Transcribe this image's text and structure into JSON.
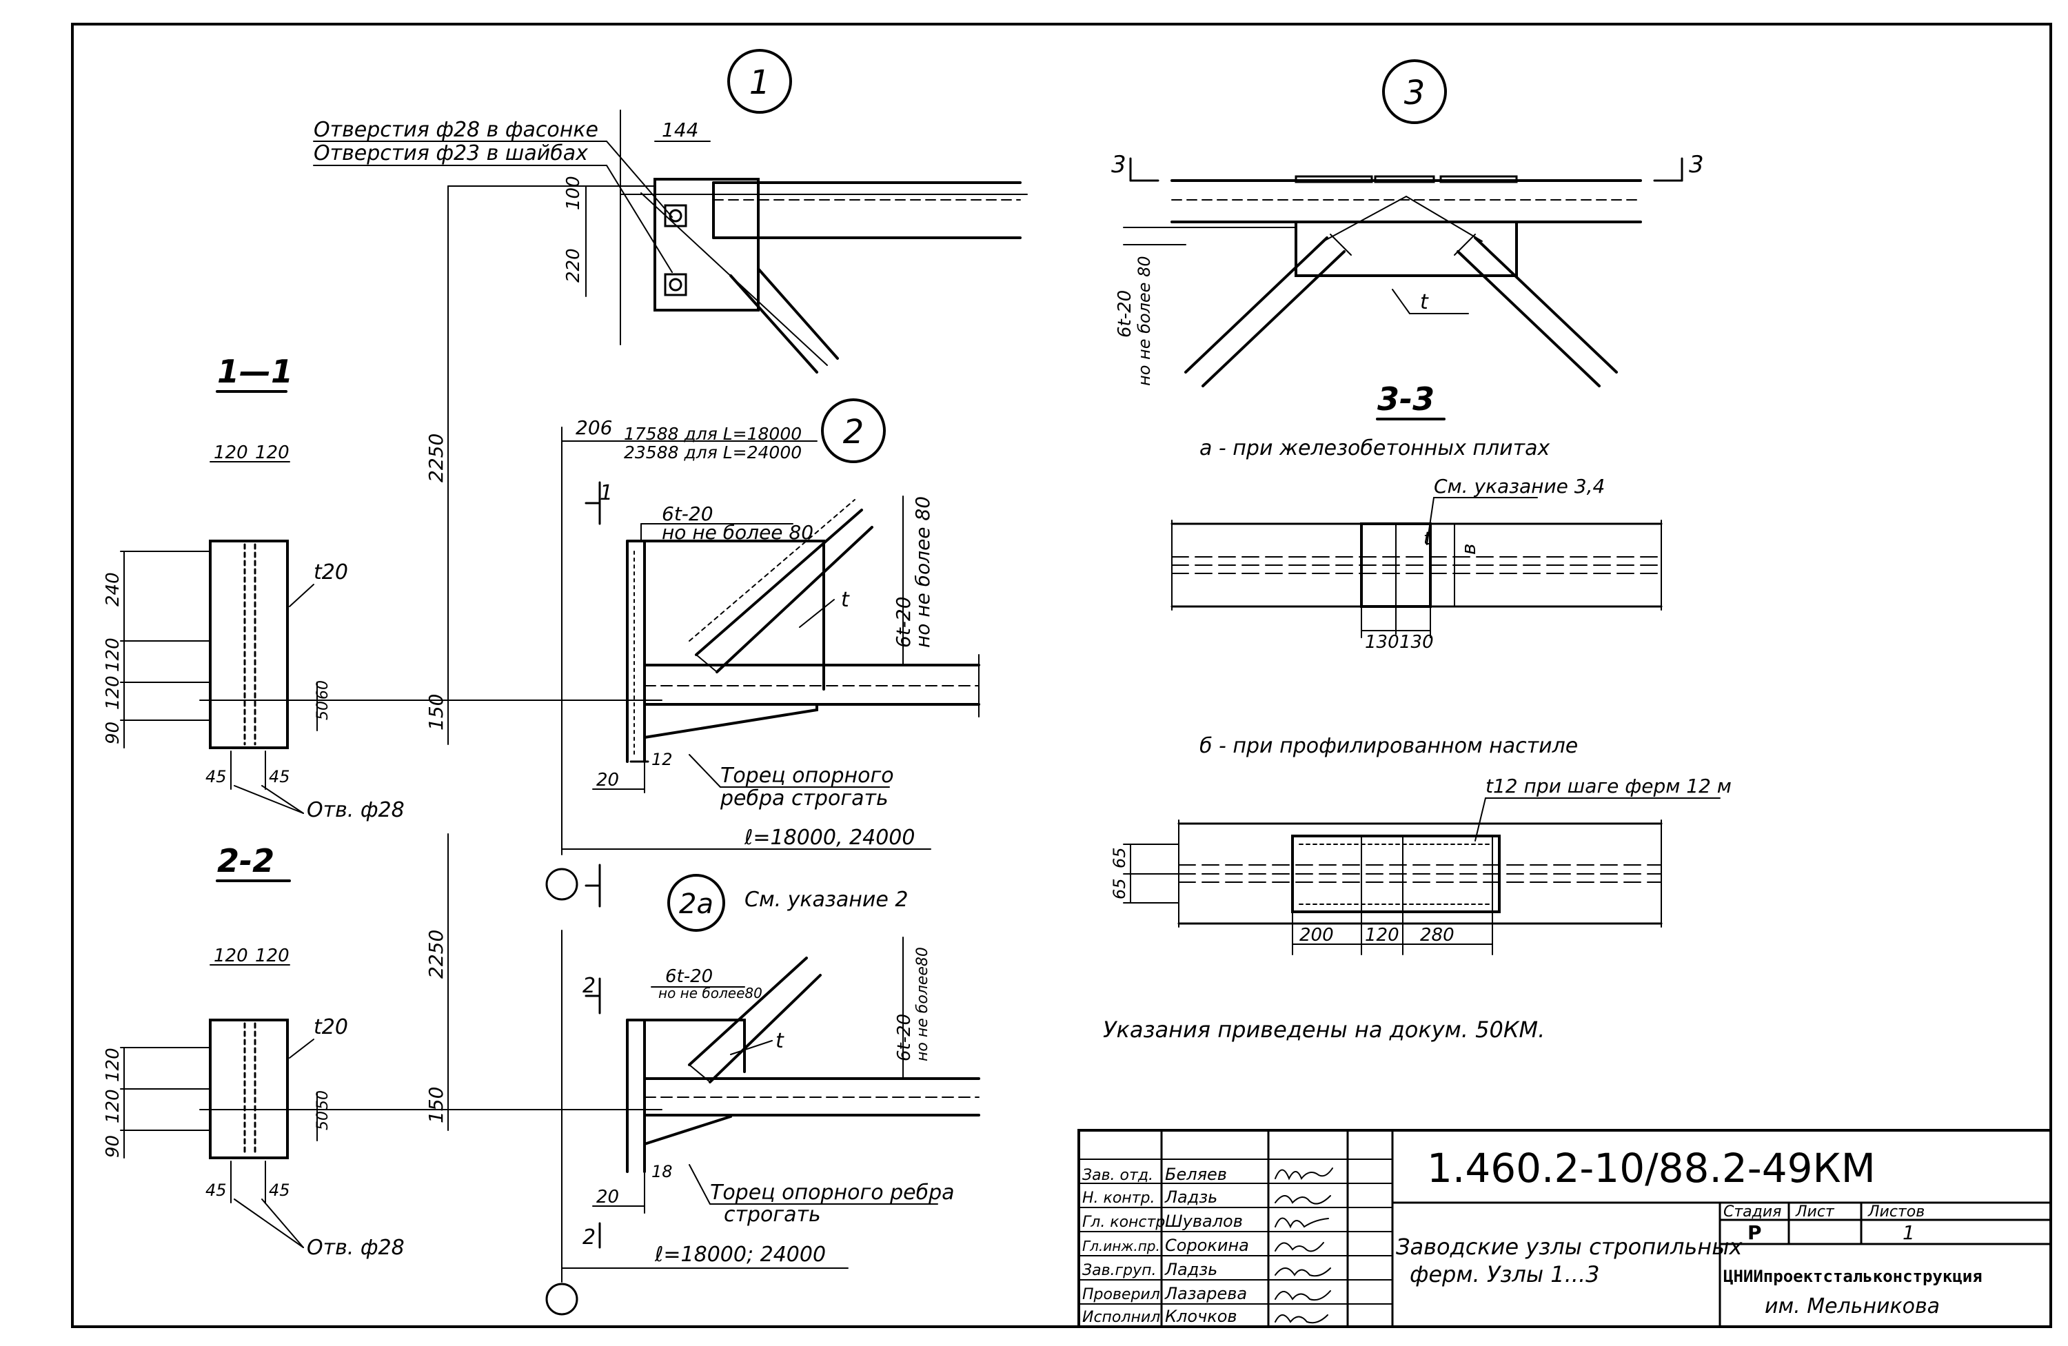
{
  "nodes": {
    "n1": {
      "marker": "1",
      "note1": "Отверстия ф28 в фасонке",
      "note2": "Отверстия ф23 в шайбах",
      "d144": "144",
      "d100": "100",
      "d220": "220"
    },
    "n2": {
      "marker": "2",
      "d206": "206",
      "len1": "17588 для L=18000",
      "len2": "23588 для L=24000",
      "weld1": "6t-20",
      "weld2": "но не более 80",
      "vweld1": "6t-20",
      "vweld2": "но не более 80",
      "t": "t",
      "cut": "1",
      "d20": "20",
      "d12": "12",
      "note1": "Торец опорного",
      "note2": "ребра строгать",
      "span": "ℓ=18000, 24000"
    },
    "n2a": {
      "marker": "2а",
      "ref": "См. указание 2",
      "weld1": "6t-20",
      "weld2": "но не более80",
      "vweld1": "6t-20",
      "vweld2": "но не более80",
      "t": "t",
      "cut": "2",
      "d20": "20",
      "d18": "18",
      "note1": "Торец опорного ребра",
      "note2": "строгать",
      "span": "ℓ=18000; 24000"
    },
    "n3": {
      "marker": "3",
      "cut": "3",
      "weld1": "6t-20",
      "weld2": "но не более 80",
      "t": "t"
    }
  },
  "sections": {
    "s11": {
      "title": "1—1",
      "d120a": "120",
      "d120b": "120",
      "t20": "t20",
      "d240": "240",
      "d120c": "120",
      "d120d": "120",
      "d90": "90",
      "d60": "60",
      "d50": "50",
      "d45a": "45",
      "d45b": "45",
      "hole": "Отв. ф28"
    },
    "s22": {
      "title": "2-2",
      "d120a": "120",
      "d120b": "120",
      "t20": "t20",
      "d120c": "120",
      "d120d": "120",
      "d90": "90",
      "d50a": "50",
      "d50b": "50",
      "d45a": "45",
      "d45b": "45",
      "hole": "Отв. ф28"
    },
    "s33": {
      "title": "3-3",
      "sub_a": "а - при железобетонных плитах",
      "ref_a": "См. указание 3,4",
      "b": "в",
      "t": "t",
      "d130a": "130",
      "d130b": "130",
      "sub_b": "б - при профилированном настиле",
      "plate_b": "t12 при шаге ферм 12 м",
      "d65a": "65",
      "d65b": "65",
      "d200": "200",
      "d120": "120",
      "d280": "280"
    }
  },
  "vertical_dims": {
    "d2250a": "2250",
    "d150a": "150",
    "d2250b": "2250",
    "d150b": "150"
  },
  "note": "Указания приведены на докум. 50КМ.",
  "title_block": {
    "code": "1.460.2-10/88.2-49КМ",
    "roles": [
      "Зав. отд.",
      "Н. контр.",
      "Гл. констр.",
      "Гл.инж.пр.",
      "Зав.груп.",
      "Проверил",
      "Исполнил"
    ],
    "names": [
      "Беляев",
      "Ладзь",
      "Шувалов",
      "Сорокина",
      "Ладзь",
      "Лазарева",
      "Клочков"
    ],
    "description1": "Заводские узлы стропильных",
    "description2": "ферм. Узлы 1...3",
    "stage_label": "Стадия",
    "sheet_label": "Лист",
    "sheets_label": "Листов",
    "stage": "Р",
    "sheet": "",
    "sheets": "1",
    "org1": "ЦНИИпроектстальконструкция",
    "org2": "им. Мельникова"
  }
}
